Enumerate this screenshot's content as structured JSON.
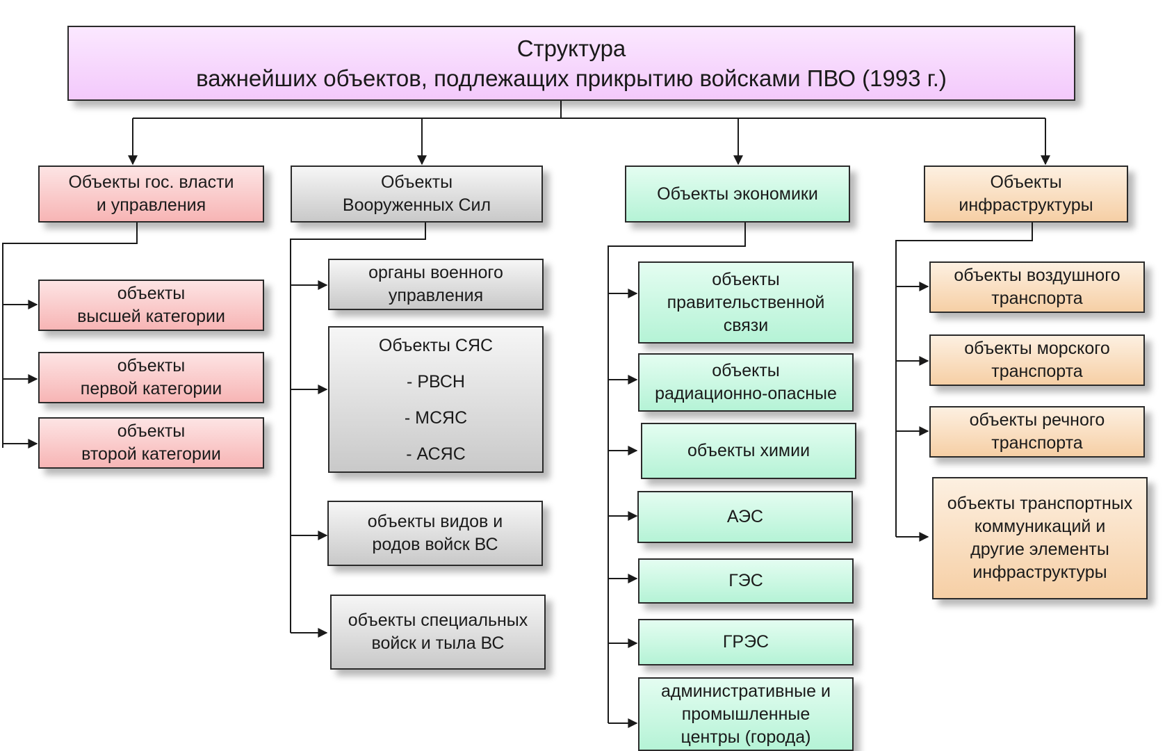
{
  "title": {
    "line1": "Структура",
    "line2": "важнейших объектов, подлежащих прикрытию войсками ПВО (1993 г.)"
  },
  "columns": [
    {
      "header": [
        "Объекты  гос. власти",
        "и управления"
      ],
      "items": [
        [
          "объекты",
          "высшей категории"
        ],
        [
          "объекты",
          "первой категории"
        ],
        [
          "объекты",
          "второй категории"
        ]
      ]
    },
    {
      "header": [
        "Объекты",
        "Вооруженных Сил"
      ],
      "items": [
        [
          "органы военного",
          "управления"
        ],
        [
          "Объекты СЯС",
          "- РВСН",
          "- МСЯС",
          "- АСЯС"
        ],
        [
          "объекты видов и",
          "родов войск ВС"
        ],
        [
          "объекты специальных",
          "войск и  тыла ВС"
        ]
      ]
    },
    {
      "header": [
        "Объекты экономики"
      ],
      "items": [
        [
          "объекты",
          "правительственной",
          "связи"
        ],
        [
          "объекты",
          "радиационно-опасные"
        ],
        [
          "объекты химии"
        ],
        [
          "АЭС"
        ],
        [
          "ГЭС"
        ],
        [
          "ГРЭС"
        ],
        [
          "административные и",
          "промышленные",
          "центры (города)"
        ]
      ]
    },
    {
      "header": [
        "Объекты",
        "инфраструктуры"
      ],
      "items": [
        [
          "объекты воздушного",
          "транспорта"
        ],
        [
          "объекты морского",
          "транспорта"
        ],
        [
          "объекты речного",
          "транспорта"
        ],
        [
          "объекты транспортных",
          "коммуникаций и",
          "другие элементы",
          "инфраструктуры"
        ]
      ]
    }
  ],
  "colors": {
    "title": "#f3c9fb",
    "gov": "#f7b5b5",
    "military": "#c9c9c9",
    "economy": "#b5f3d6",
    "infrastructure": "#f6cfa5",
    "line": "#1a1a1a"
  }
}
